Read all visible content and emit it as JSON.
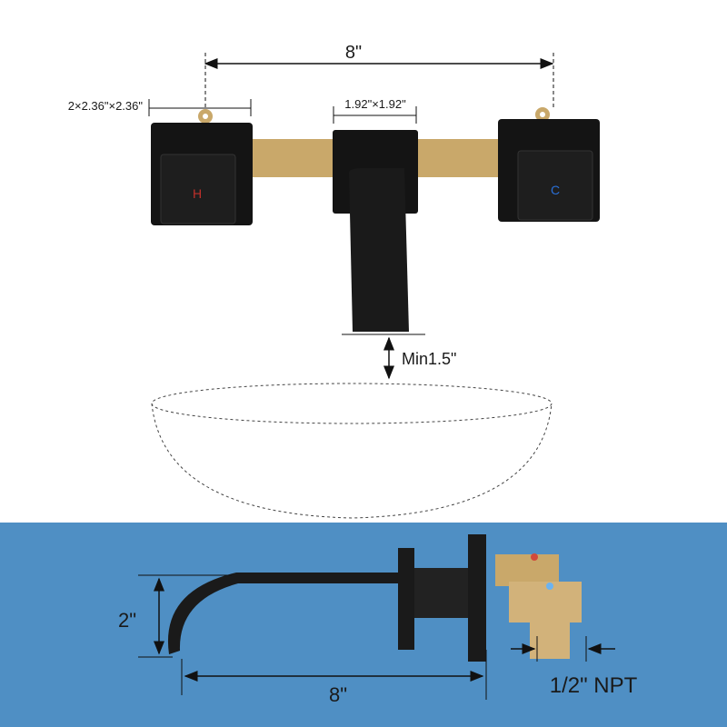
{
  "top_view": {
    "handle_spacing": "8\"",
    "handle_size": "2×2.36\"×2.36\"",
    "spout_plate_size": "1.92\"×1.92\"",
    "hot_label": "H",
    "cold_label": "C",
    "min_clearance": "Min1.5\""
  },
  "side_view": {
    "spout_height": "2\"",
    "spout_reach": "8\"",
    "inlet_size": "1/2\" NPT"
  },
  "colors": {
    "background_bottom": "#4f8fc4",
    "finish": "#141414",
    "brass": "#c9a86a",
    "hot": "#c0302a",
    "cold": "#2a6fd6"
  }
}
